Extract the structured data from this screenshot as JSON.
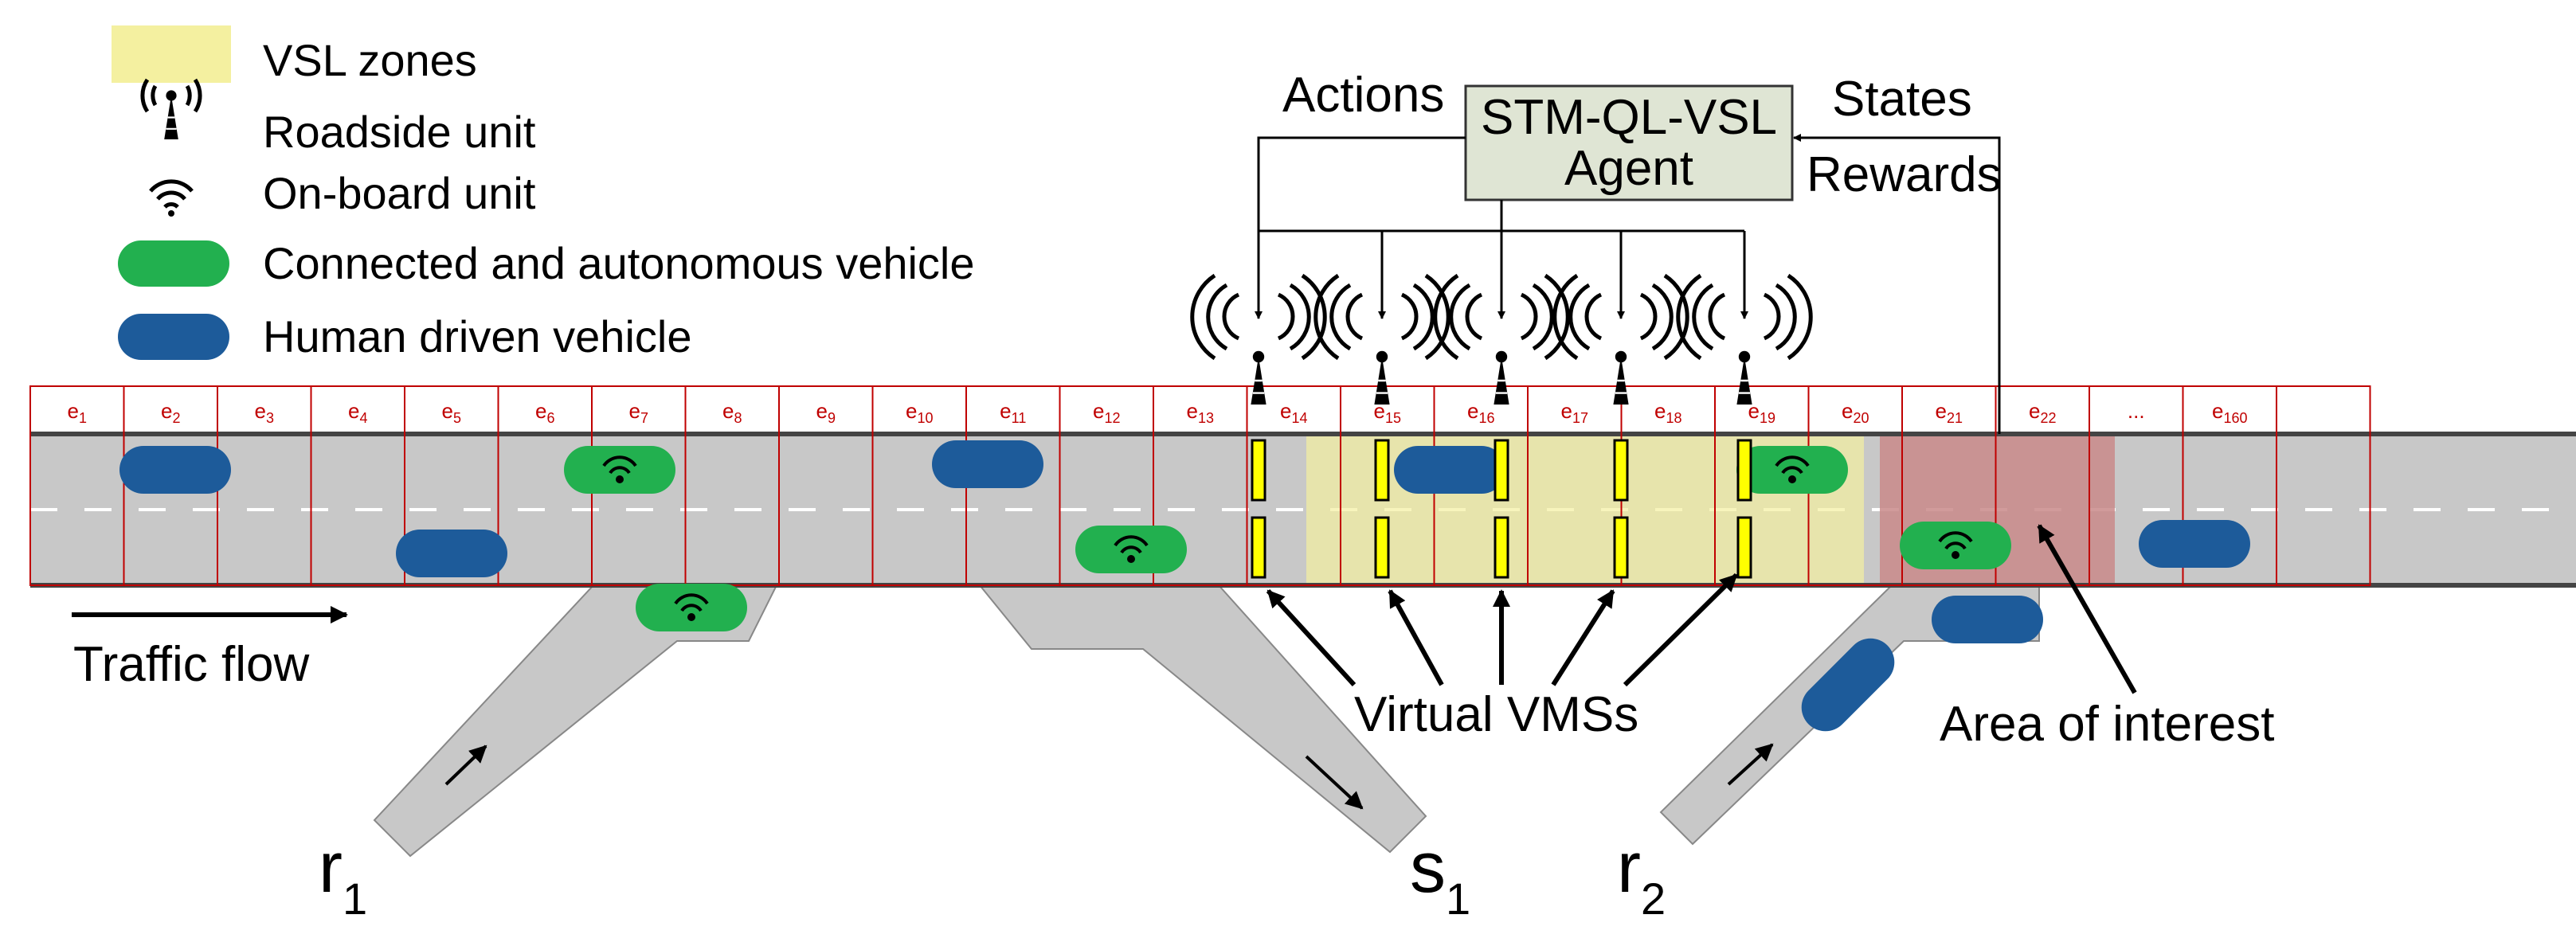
{
  "legend": {
    "vsl_zones": "VSL zones",
    "roadside_unit": "Roadside unit",
    "onboard_unit": "On-board unit",
    "cav": "Connected and autonomous vehicle",
    "hdv": "Human driven vehicle"
  },
  "agent": {
    "line1": "STM-QL-VSL",
    "line2": "Agent",
    "actions": "Actions",
    "states": "States",
    "rewards": "Rewards"
  },
  "segments": [
    "e1",
    "e2",
    "e3",
    "e4",
    "e5",
    "e6",
    "e7",
    "e8",
    "e9",
    "e10",
    "e11",
    "e12",
    "e13",
    "e14",
    "e15",
    "e16",
    "e17",
    "e18",
    "e19",
    "e20",
    "e21",
    "e22",
    "...",
    "e160",
    ""
  ],
  "labels": {
    "traffic_flow": "Traffic flow",
    "virtual_vms": "Virtual VMSs",
    "area_of_interest": "Area of interest"
  },
  "ramps": {
    "r1": "r",
    "r1_sub": "1",
    "s1": "s",
    "s1_sub": "1",
    "r2": "r",
    "r2_sub": "2"
  },
  "colors": {
    "vsl_zone": "#f4f0a0",
    "cav": "#22b04f",
    "hdv": "#1d5b9a",
    "road": "#c8c8c8",
    "segment_border": "#c00000",
    "agent_box": "#dfe5d4",
    "area_of_interest": "#c98a8a",
    "vms": "#ffff00"
  }
}
